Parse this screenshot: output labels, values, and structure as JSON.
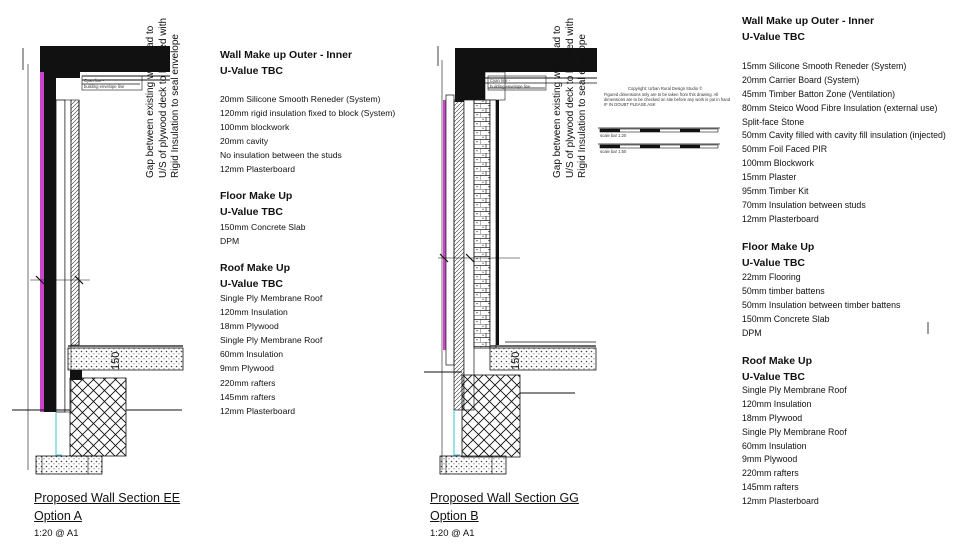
{
  "left_section": {
    "gap_note": [
      "Gap between existing wall head to",
      "U/S of plywood deck to be filled with",
      "Rigid Insulation to seal envelope"
    ],
    "cyan_line_label": "Cyan line -",
    "envelope_label": "building envelope line",
    "dim_label": "150",
    "wall": {
      "heading": "Wall Make up Outer - Inner",
      "uvalue": "U-Value TBC",
      "items": [
        "20mm Silicone Smooth Reneder (System)",
        "120mm rigid insulation fixed to block (System)",
        "100mm blockwork",
        "20mm cavity",
        "No insulation between the studs",
        "12mm Plasterboard"
      ]
    },
    "floor": {
      "heading": "Floor Make Up",
      "uvalue": "U-Value TBC",
      "items": [
        "150mm Concrete Slab",
        "DPM"
      ]
    },
    "roof": {
      "heading": "Roof Make Up",
      "uvalue": "U-Value TBC",
      "items": [
        "Single Ply Membrane Roof",
        "120mm Insulation",
        "18mm Plywood",
        "Single Ply Membrane Roof",
        "60mm Insulation",
        "9mm Plywood",
        "220mm rafters",
        "145mm rafters",
        "12mm Plasterboard"
      ]
    },
    "caption": {
      "title": "Proposed Wall Section EE",
      "option": "Option A",
      "scale": "1:20 @ A1"
    }
  },
  "right_section": {
    "gap_note": [
      "Gap between existing wall head to",
      "U/S of plywood deck to be filled with",
      "Rigid Insulation to seal envelope"
    ],
    "cyan_line_label": "Cyan line -",
    "envelope_label": "building envelope line",
    "dim_label": "150",
    "copyright": {
      "line1": "Copyright: Urban Rural Design Studio ©",
      "line2": "Figured dimensions only are to be taken from this drawing. All",
      "line3": "dimensions are to be checked on site before any work is put in hand",
      "line4": "IF IN DOUBT PLEASE ASK",
      "scale1": "scale bar 1:20",
      "scale2": "scale bar 1:50"
    },
    "wall": {
      "heading": "Wall Make up Outer - Inner",
      "uvalue": "U-Value TBC",
      "items": [
        "15mm Silicone Smooth Reneder (System)",
        "20mm Carrier Board (System)",
        "45mm Timber Batton Zone (Ventilation)",
        "80mm Steico Wood Fibre Insulation (external use)",
        "Split-face Stone",
        "50mm Cavity filled with cavity fill insulation (injected)",
        "50mm Foil Faced PIR",
        "100mm Blockwork",
        "15mm Plaster",
        "95mm Timber Kit",
        "70mm Insulation between studs",
        "12mm Plasterboard"
      ]
    },
    "floor": {
      "heading": "Floor Make Up",
      "uvalue": "U-Value TBC",
      "items": [
        "22mm Flooring",
        "50mm timber battens",
        "50mm Insulation between timber battens",
        "150mm Concrete Slab",
        "DPM"
      ]
    },
    "roof": {
      "heading": "Roof Make Up",
      "uvalue": "U-Value TBC",
      "items": [
        "Single Ply Membrane Roof",
        "120mm Insulation",
        "18mm Plywood",
        "Single Ply Membrane Roof",
        "60mm Insulation",
        "9mm Plywood",
        "220mm rafters",
        "145mm rafters",
        "12mm Plasterboard"
      ]
    },
    "caption": {
      "title": "Proposed Wall Section GG",
      "option": "Option B",
      "scale": "1:20 @ A1"
    }
  }
}
